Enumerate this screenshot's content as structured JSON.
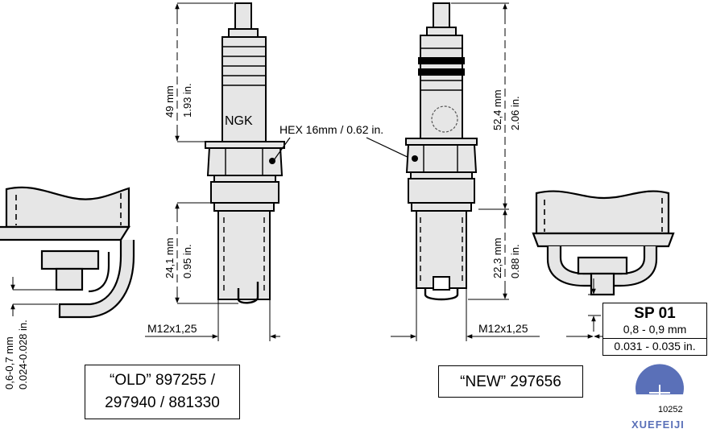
{
  "old_plug": {
    "brand_label": "NGK",
    "length": {
      "metric": "49 mm",
      "imperial": "1.93 in."
    },
    "reach": {
      "metric": "24,1 mm",
      "imperial": "0.95 in."
    },
    "thread": "M12x1,25",
    "gap": {
      "metric": "0,6-0,7 mm",
      "imperial": "0.024-0.028 in."
    },
    "caption_line1": "“OLD” 897255 /",
    "caption_line2": "297940 / 881330"
  },
  "hex_label": "HEX 16mm / 0.62 in.",
  "new_plug": {
    "length": {
      "metric": "52,4 mm",
      "imperial": "2.06 in."
    },
    "reach": {
      "metric": "22,3 mm",
      "imperial": "0.88 in."
    },
    "thread": "M12x1,25",
    "gap_box": {
      "title": "SP 01",
      "metric": "0,8 - 0,9 mm",
      "imperial": "0.031 - 0.035 in."
    },
    "caption": "“NEW” 297656"
  },
  "figure_number": "10252",
  "watermark": {
    "text": "XUEFEIJI"
  },
  "colors": {
    "plug_fill": "#e6e6e6",
    "line": "#000000",
    "watermark_blue": "#5a70b8"
  }
}
